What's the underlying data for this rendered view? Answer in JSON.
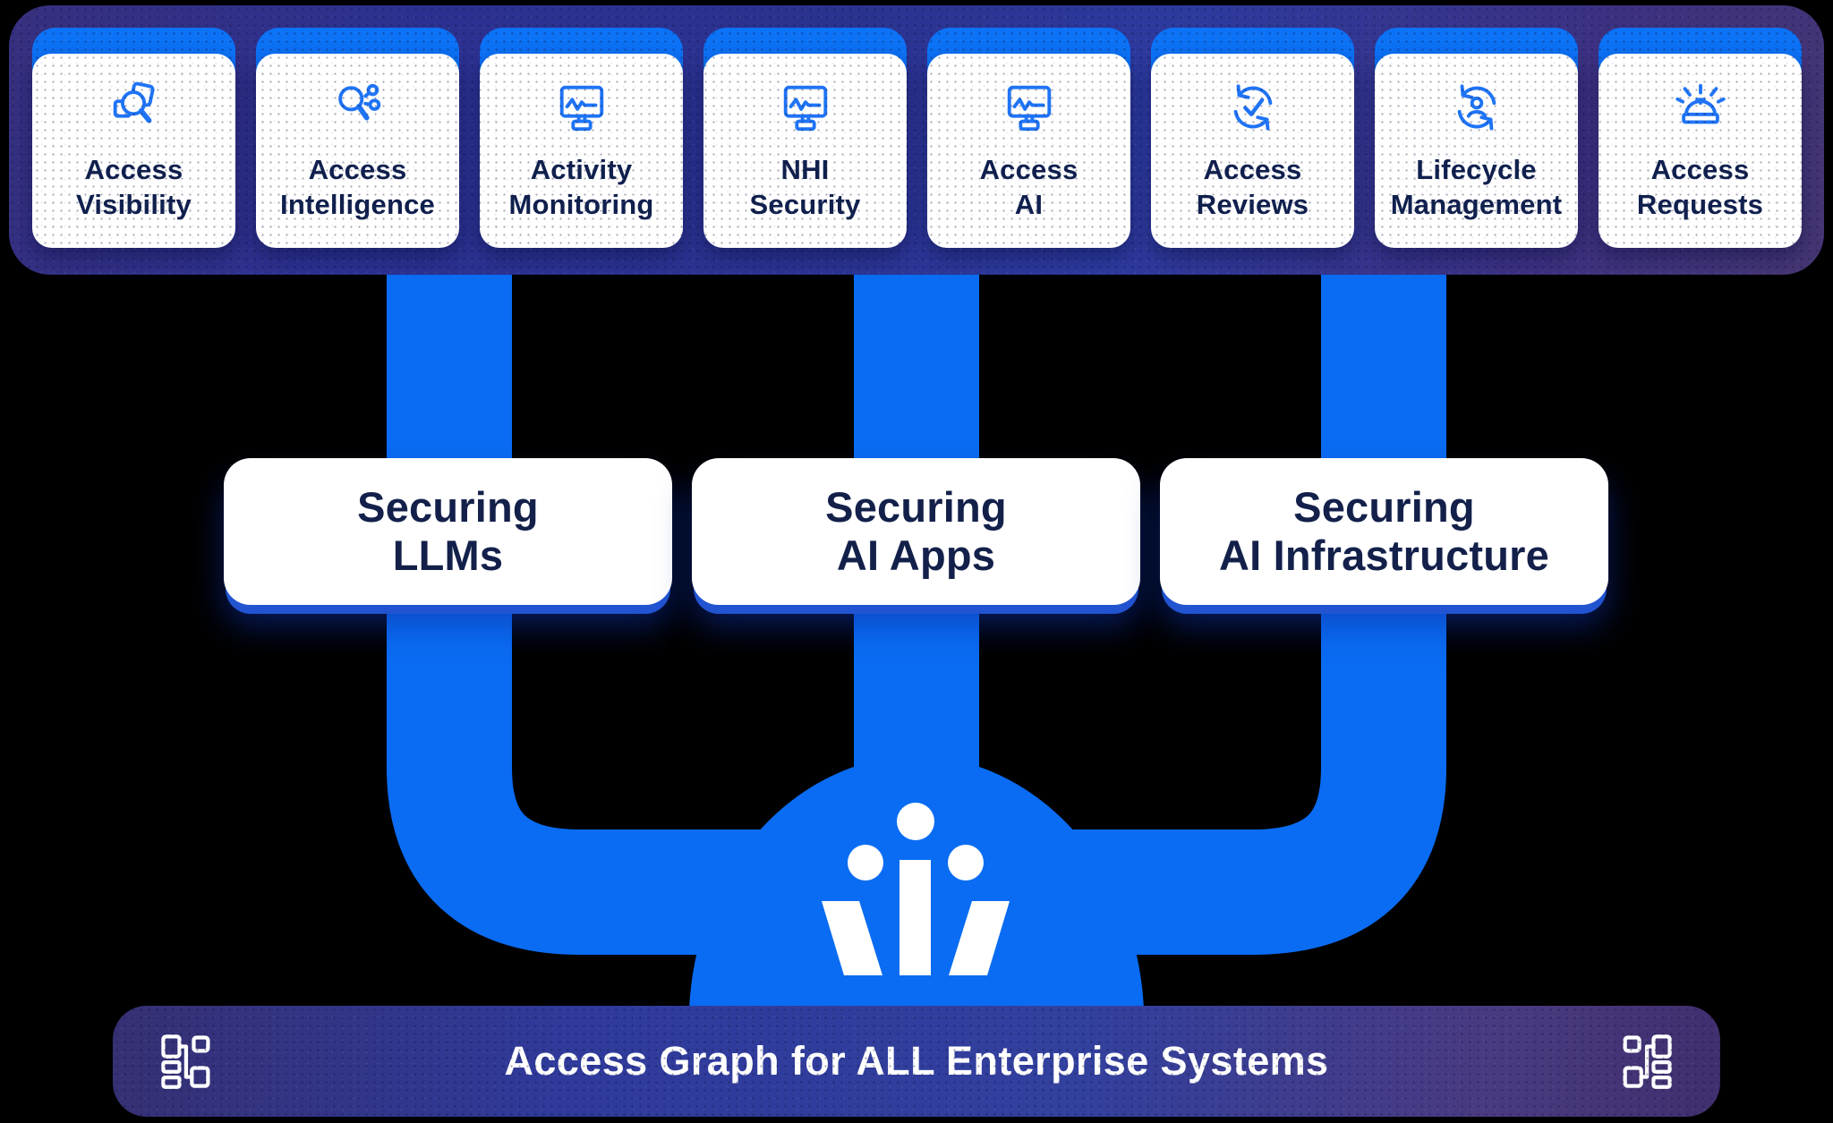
{
  "top_bar": {
    "cards": [
      {
        "label": "Access\nVisibility",
        "icon": "search-documents-icon"
      },
      {
        "label": "Access\nIntelligence",
        "icon": "search-insights-icon"
      },
      {
        "label": "Activity\nMonitoring",
        "icon": "monitor-pulse-icon"
      },
      {
        "label": "NHI\nSecurity",
        "icon": "monitor-pulse-icon"
      },
      {
        "label": "Access\nAI",
        "icon": "monitor-pulse-icon"
      },
      {
        "label": "Access\nReviews",
        "icon": "cycle-check-icon"
      },
      {
        "label": "Lifecycle\nManagement",
        "icon": "cycle-person-icon"
      },
      {
        "label": "Access\nRequests",
        "icon": "service-bell-icon"
      }
    ]
  },
  "securing_cards": [
    {
      "label": "Securing\nLLMs"
    },
    {
      "label": "Securing\nAI Apps"
    },
    {
      "label": "Securing\nAI Infrastructure"
    }
  ],
  "banner": {
    "label": "Access Graph for ALL Enterprise Systems",
    "left_icon": "org-chart-icon",
    "right_icon": "org-chart-icon"
  },
  "logo": {
    "name": "veza-trident-logo"
  },
  "colors": {
    "pipe_blue": "#0a6cf2",
    "card_cap_blue": "#0c72f6",
    "icon_blue": "#1f74f5",
    "bar_indigo": "#2b3390",
    "banner_indigo": "#32409e",
    "text_navy": "#10204e",
    "white": "#ffffff",
    "background": "#000000"
  }
}
